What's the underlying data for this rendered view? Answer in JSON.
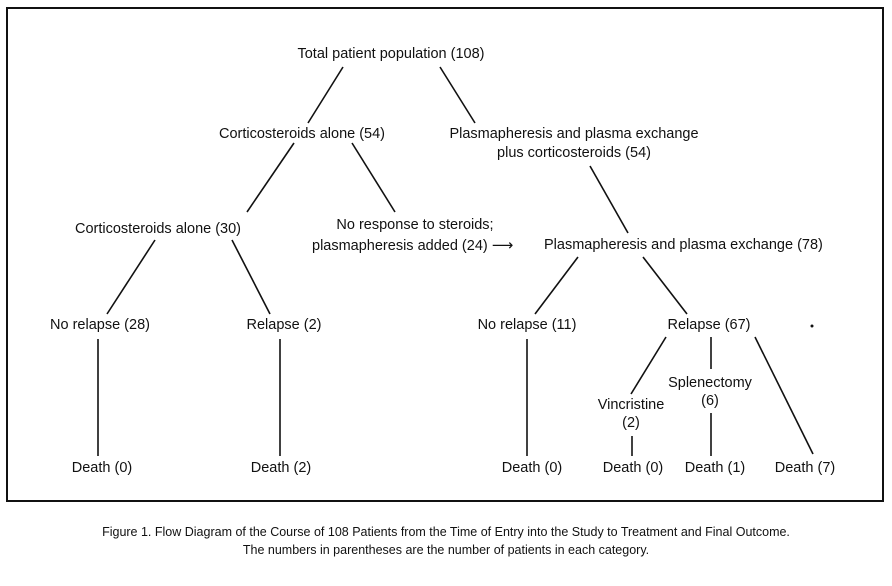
{
  "diagram": {
    "nodes": {
      "total": "Total patient population (108)",
      "cort_alone_54": "Corticosteroids alone (54)",
      "pe_plus_cort_line1": "Plasmapheresis and plasma exchange",
      "pe_plus_cort_line2": "plus corticosteroids (54)",
      "cort_alone_30": "Corticosteroids alone (30)",
      "no_response_line1": "No response to steroids;",
      "no_response_line2": "plasmapheresis added (24)",
      "pe_78": "Plasmapheresis and plasma exchange (78)",
      "no_relapse_28": "No relapse (28)",
      "relapse_2": "Relapse (2)",
      "no_relapse_11": "No relapse (11)",
      "relapse_67": "Relapse (67)",
      "vincristine_line1": "Vincristine",
      "vincristine_line2": "(2)",
      "splenectomy_line1": "Splenectomy",
      "splenectomy_line2": "(6)",
      "death_0_a": "Death (0)",
      "death_2": "Death (2)",
      "death_0_b": "Death (0)",
      "death_0_c": "Death (0)",
      "death_1": "Death (1)",
      "death_7": "Death (7)"
    },
    "arrow_glyph": "⟶"
  },
  "caption": {
    "line1": "Figure 1. Flow Diagram of the Course of 108 Patients from the Time of Entry into the Study to Treatment and Final Outcome.",
    "line2": "The numbers in parentheses are the number of patients in each category."
  }
}
